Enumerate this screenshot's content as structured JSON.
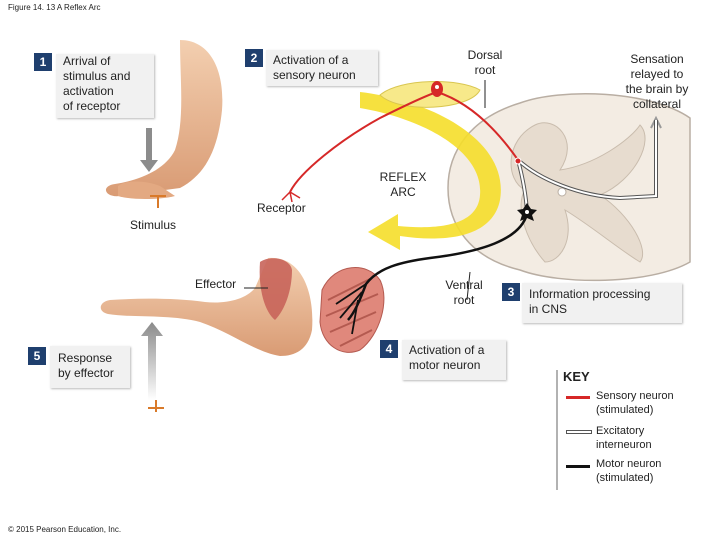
{
  "figure_title": "Figure 14. 13 A Reflex Arc",
  "copyright": "© 2015 Pearson Education, Inc.",
  "steps": [
    {
      "num": "1",
      "text": "Arrival of\nstimulus and\nactivation\nof receptor"
    },
    {
      "num": "2",
      "text": "Activation of a\nsensory neuron"
    },
    {
      "num": "3",
      "text": "Information processing\nin CNS"
    },
    {
      "num": "4",
      "text": "Activation of a\nmotor neuron"
    },
    {
      "num": "5",
      "text": "Response\nby effector"
    }
  ],
  "labels": {
    "dorsal_root": "Dorsal\nroot",
    "sensation": "Sensation\nrelayed to\nthe brain by\ncollateral",
    "reflex_arc": "REFLEX\nARC",
    "receptor": "Receptor",
    "stimulus": "Stimulus",
    "effector": "Effector",
    "ventral_root": "Ventral\nroot"
  },
  "key": {
    "title": "KEY",
    "items": [
      {
        "text": "Sensory neuron\n(stimulated)",
        "color": "#d62828"
      },
      {
        "text": "Excitatory\ninterneuron",
        "color": "#ffffff"
      },
      {
        "text": "Motor neuron\n(stimulated)",
        "color": "#111111"
      }
    ]
  },
  "colors": {
    "sensory": "#d62828",
    "motor": "#111111",
    "arc_arrow": "#f5de2a",
    "step_badge": "#1f3f6e",
    "skin": "#e9b894",
    "muscle": "#c8645a",
    "ganglion": "#f7e98a"
  }
}
